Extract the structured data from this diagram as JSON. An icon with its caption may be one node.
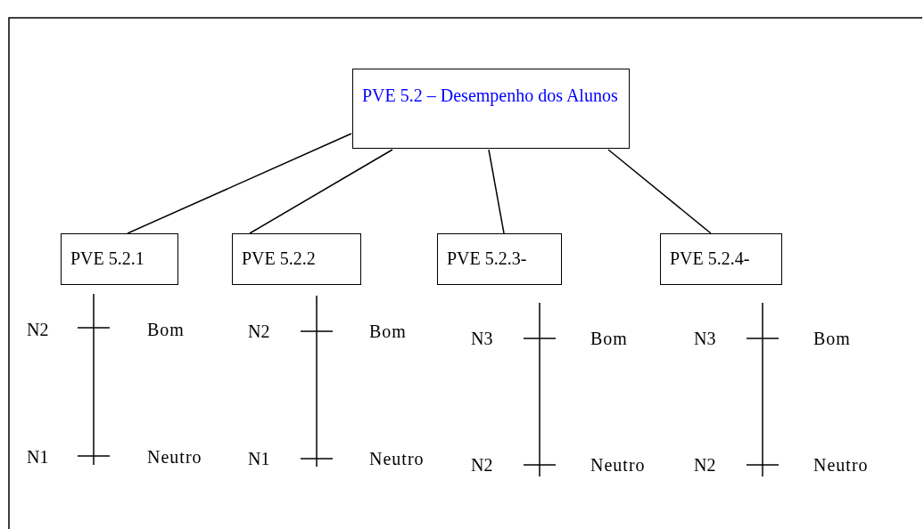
{
  "diagram": {
    "nodes": [
      {
        "text": [
          "PVE 5.2 – Desempenho dos Alunos"
        ]
      },
      {
        "text": [
          "PVE 5.2.1"
        ]
      },
      {
        "text": [
          "PVE 5.2.2"
        ]
      },
      {
        "text": [
          "PVE 5.2.3-"
        ]
      },
      {
        "text": [
          "PVE 5.2.4-"
        ]
      }
    ],
    "edges": [
      {
        "from": 0,
        "to": 1,
        "arrow": "none"
      },
      {
        "from": 0,
        "to": 2,
        "arrow": "none"
      },
      {
        "from": 0,
        "to": 3,
        "arrow": "none"
      },
      {
        "from": 0,
        "to": 4,
        "arrow": "none"
      }
    ],
    "labels": [
      "N2",
      "Bom",
      "N2",
      "Bom",
      "N3",
      "Bom",
      "N3",
      "Bom",
      "N1",
      "Neutro",
      "N1",
      "Neutro",
      "N2",
      "Neutro",
      "N2",
      "Neutro"
    ]
  }
}
